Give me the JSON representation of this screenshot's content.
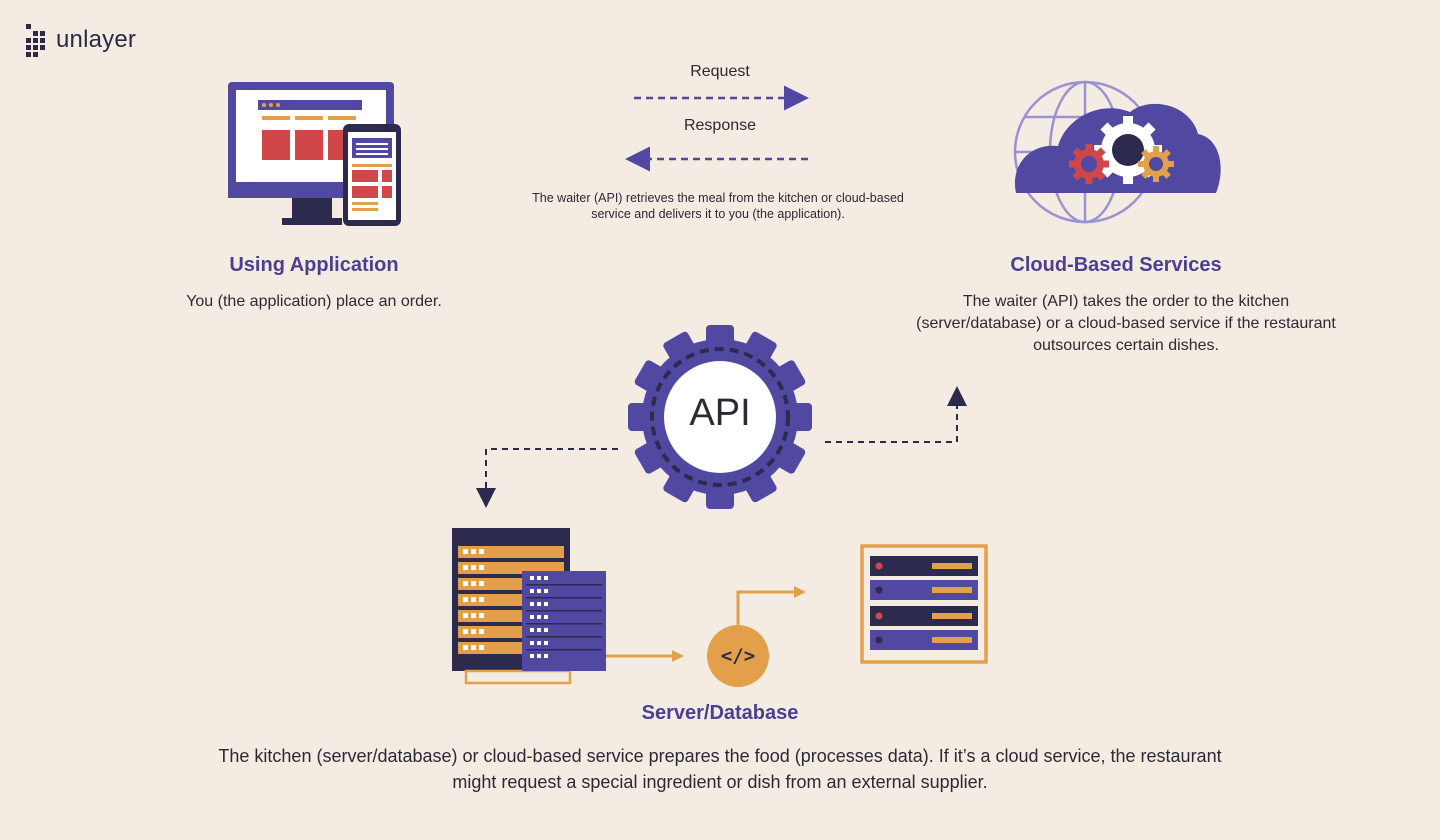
{
  "brand": {
    "name": "unlayer"
  },
  "arrows": {
    "request_label": "Request",
    "response_label": "Response",
    "response_note": "The waiter (API) retrieves the meal from the kitchen or cloud-based service and delivers it to you (the application)."
  },
  "nodes": {
    "application": {
      "title": "Using Application",
      "description": "You (the application) place an order."
    },
    "cloud": {
      "title": "Cloud-Based Services",
      "description": "The waiter (API) takes the order to the kitchen (server/database) or a cloud-based service if the restaurant outsources certain dishes."
    },
    "api": {
      "label": "API"
    },
    "code": {
      "label": "</>"
    },
    "server": {
      "title": "Server/Database",
      "description": "The kitchen (server/database) or cloud-based service prepares the food (processes data). If it’s a cloud service, the restaurant might request a special ingredient or dish from an external supplier."
    }
  },
  "colors": {
    "background": "#f4ece3",
    "purple": "#5148a1",
    "dark_navy": "#2c2a4d",
    "orange": "#e3a04a",
    "red": "#d0474a",
    "title_purple": "#4b3f91"
  }
}
